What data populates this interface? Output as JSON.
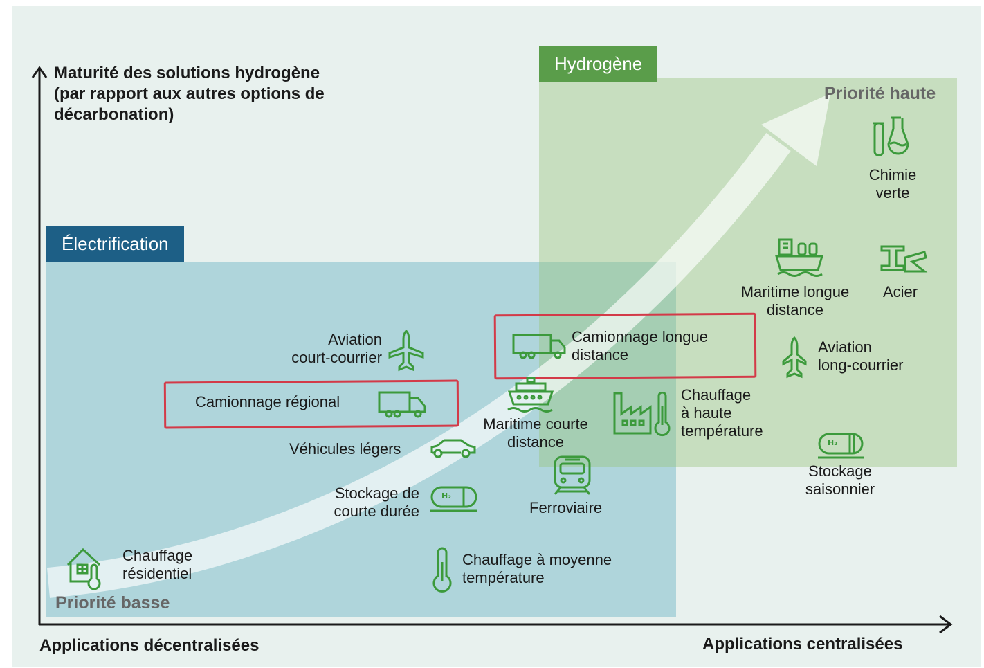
{
  "axes": {
    "y_label_lines": [
      "Maturité des solutions hydrogène",
      "(par rapport aux autres options de",
      "décarbonation)"
    ],
    "x_left_label": "Applications décentralisées",
    "x_right_label": "Applications centralisées"
  },
  "zones": {
    "electrification": "Électrification",
    "hydrogen": "Hydrogène"
  },
  "priority": {
    "high": "Priorité haute",
    "low": "Priorité basse"
  },
  "colors": {
    "electrification_tag": "#1d5f86",
    "hydrogen_tag": "#5a9d4a",
    "icon_green": "#3c9a3c",
    "highlight_red": "#d33a48"
  },
  "applications": {
    "chimie": [
      "Chimie",
      "verte"
    ],
    "maritime_long": [
      "Maritime longue",
      "distance"
    ],
    "acier": "Acier",
    "aviation_long": [
      "Aviation",
      "long-courrier"
    ],
    "camion_long": [
      "Camionnage longue",
      "distance"
    ],
    "aviation_court": [
      "Aviation",
      "court-courrier"
    ],
    "camion_regional": "Camionnage régional",
    "maritime_court": [
      "Maritime courte",
      "distance"
    ],
    "chauffage_haute": [
      "Chauffage",
      "à haute",
      "température"
    ],
    "vehicules": "Véhicules légers",
    "stockage_saison": [
      "Stockage",
      "saisonnier"
    ],
    "stockage_court": [
      "Stockage de",
      "courte durée"
    ],
    "ferroviaire": "Ferroviaire",
    "chauffage_res": [
      "Chauffage",
      "résidentiel"
    ],
    "chauffage_moy": [
      "Chauffage à moyenne",
      "température"
    ]
  },
  "icons": [
    "flask-icon",
    "cargo-ship-icon",
    "steel-beam-icon",
    "airplane-icon",
    "truck-icon",
    "ship-icon",
    "factory-thermometer-icon",
    "car-icon",
    "hydrogen-tank-icon",
    "train-icon",
    "house-thermometer-icon",
    "thermometer-icon"
  ]
}
